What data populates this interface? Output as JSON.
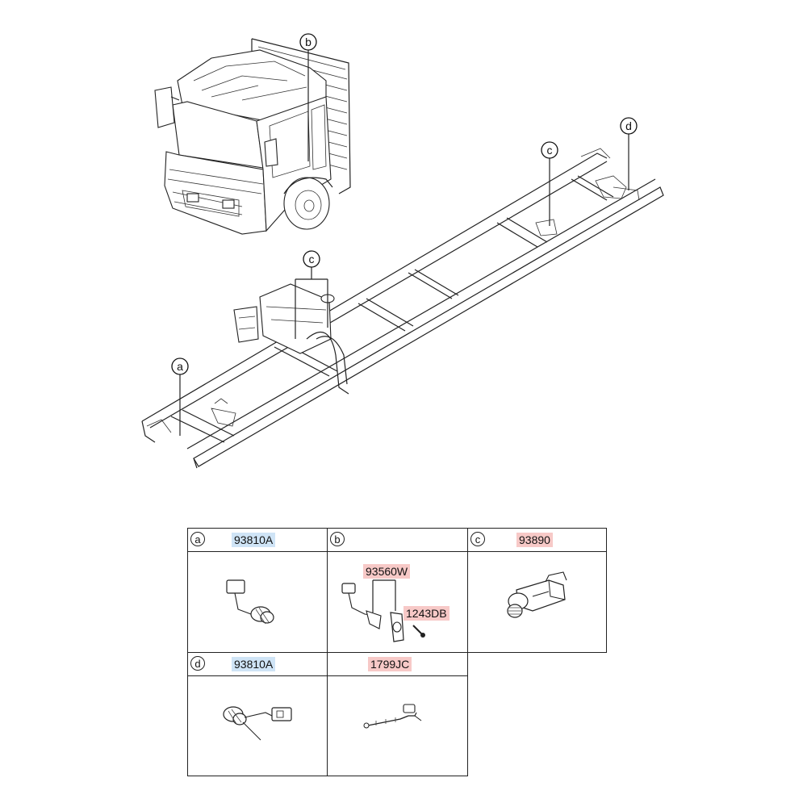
{
  "callouts": {
    "a": "a",
    "b": "b",
    "c_frame": "c",
    "c_rear": "c",
    "d": "d"
  },
  "table": {
    "cells": [
      {
        "letter": "a",
        "code": "93810A",
        "code_color": "blue"
      },
      {
        "letter": "b",
        "code": "93560W",
        "code_color": "pink",
        "extra_code": "1243DB"
      },
      {
        "letter": "c",
        "code": "93890",
        "code_color": "pink"
      },
      {
        "letter": "d",
        "code": "93810A",
        "code_color": "blue"
      },
      {
        "letter": "",
        "code": "1799JC",
        "code_color": "pink"
      }
    ]
  },
  "colors": {
    "blue_label": "#cfe4f6",
    "pink_label": "#f7c9c7",
    "line": "#222222"
  }
}
